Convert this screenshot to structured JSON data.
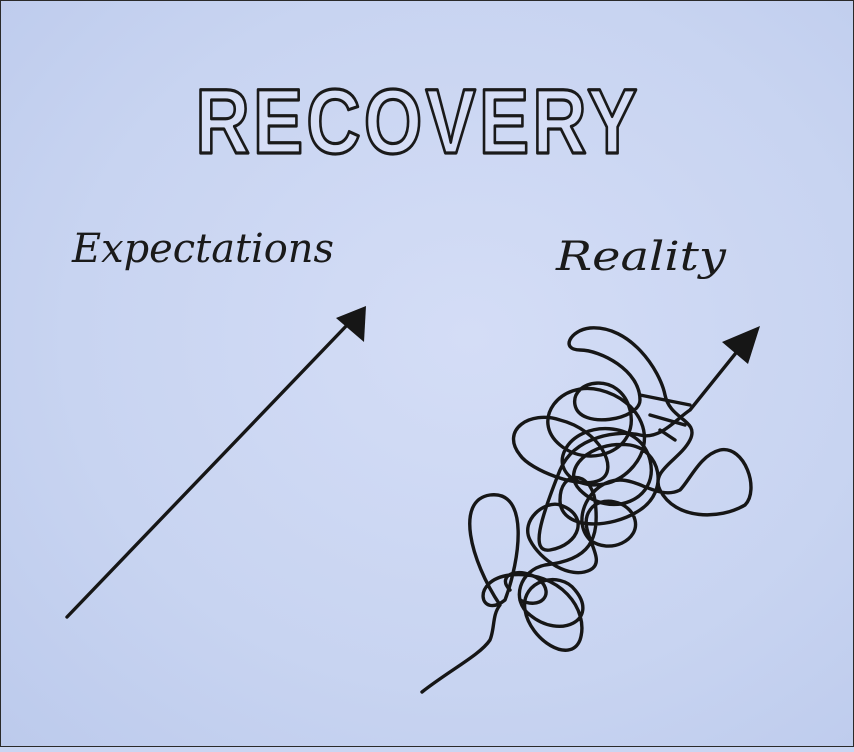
{
  "title": "RECOVERY",
  "left_panel": {
    "label": "Expectations"
  },
  "right_panel": {
    "label": "Reality"
  },
  "colors": {
    "background": "#c9d5f2",
    "ink": "#161616"
  }
}
